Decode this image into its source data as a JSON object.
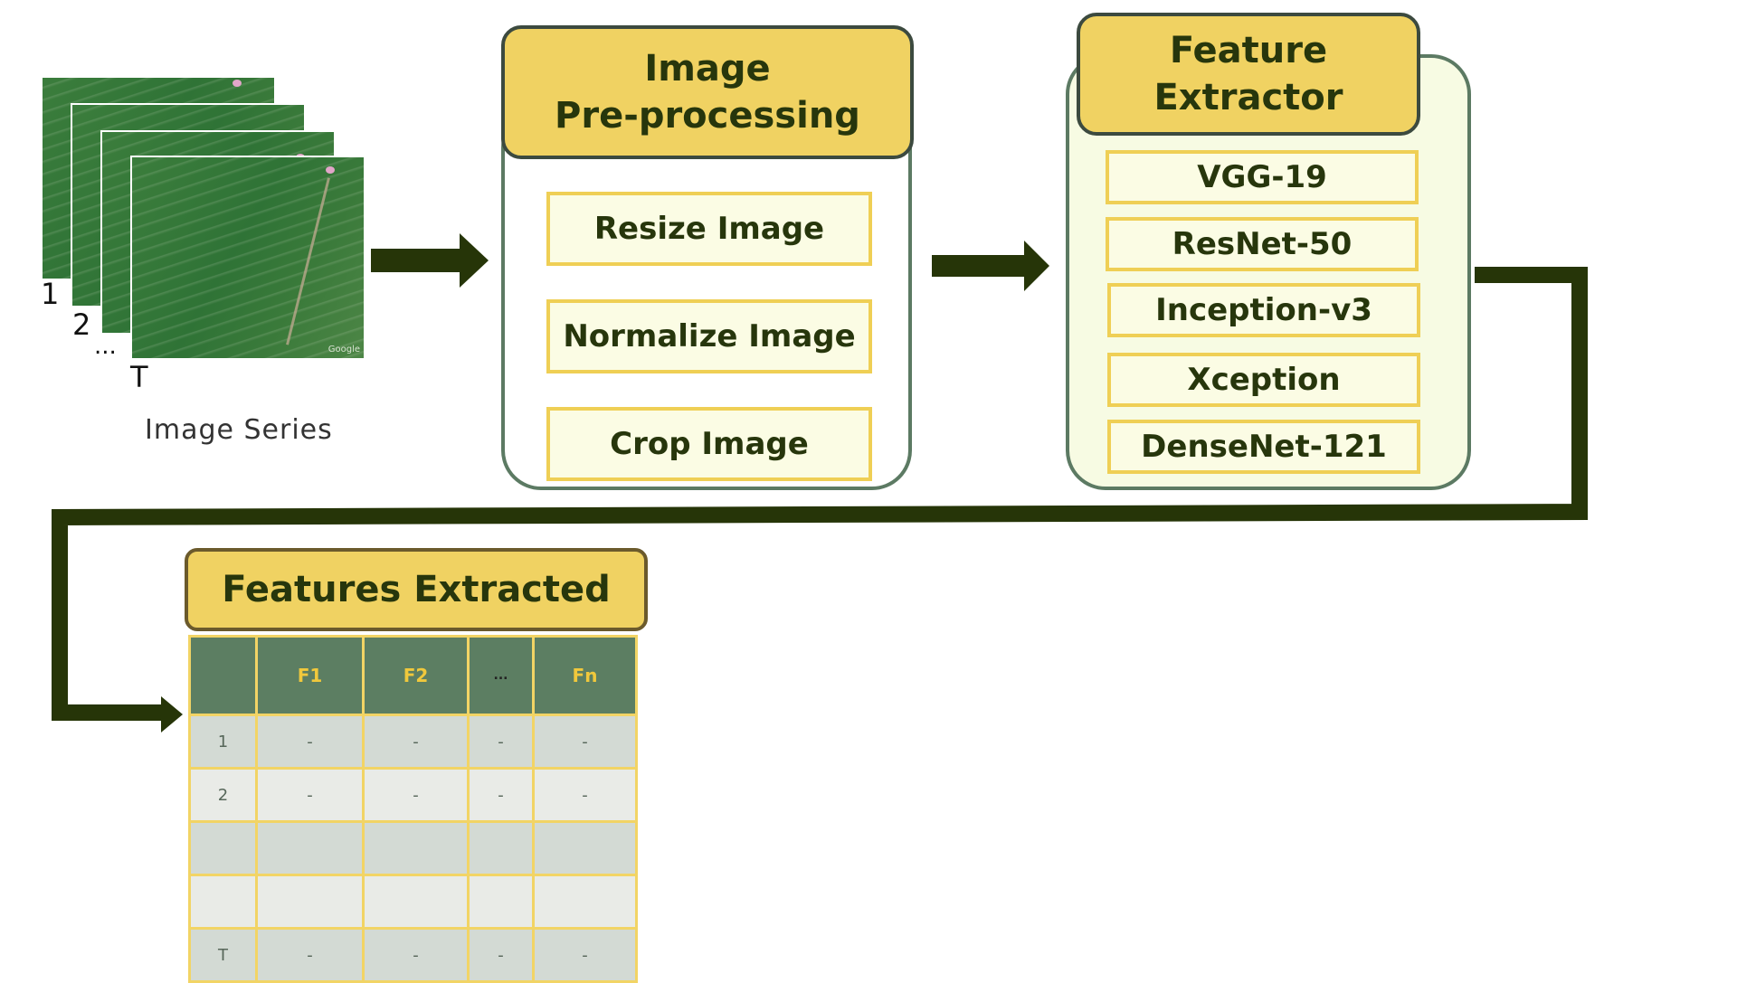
{
  "image_series": {
    "frame_labels": [
      "1",
      "2",
      "...",
      "T"
    ],
    "caption": "Image Series",
    "watermark": "Google"
  },
  "preprocessing": {
    "title": "Image\nPre-processing",
    "steps": [
      "Resize Image",
      "Normalize Image",
      "Crop Image"
    ]
  },
  "feature_extractor": {
    "title": "Feature\nExtractor",
    "models": [
      "VGG-19",
      "ResNet-50",
      "Inception-v3",
      "Xception",
      "DenseNet-121"
    ]
  },
  "features_extracted": {
    "title": "Features Extracted",
    "columns": [
      "",
      "F1",
      "F2",
      "...",
      "Fn"
    ],
    "rows": [
      [
        "1",
        "-",
        "-",
        "-",
        "-"
      ],
      [
        "2",
        "-",
        "-",
        "-",
        "-"
      ],
      [
        "",
        "",
        "",
        "",
        ""
      ],
      [
        "",
        "",
        "",
        "",
        ""
      ],
      [
        "T",
        "-",
        "-",
        "-",
        "-"
      ]
    ]
  },
  "colors": {
    "arrow": "#263508",
    "title_fill": "#f0d262",
    "panel_border": "#5c7a63",
    "step_border": "#efcf55",
    "table_header": "#5c7e62"
  }
}
